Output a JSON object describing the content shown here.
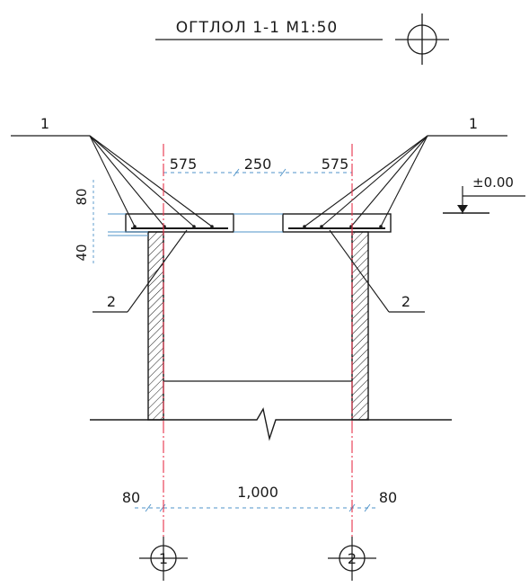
{
  "title": {
    "text": "ОГТЛОЛ 1-1 М1:50"
  },
  "level": {
    "text": "±0.00"
  },
  "callouts": {
    "left_top": "1",
    "right_top": "1",
    "left_bottom": "2",
    "right_bottom": "2"
  },
  "dimensions": {
    "top_left": "575",
    "top_mid": "250",
    "top_right": "575",
    "vert_upper": "80",
    "vert_lower": "40",
    "bottom_left": "80",
    "bottom_mid": "1,000",
    "bottom_right": "80"
  },
  "axes": {
    "axis_1": "1",
    "axis_2": "2"
  },
  "colors": {
    "line": "#1a1a1a",
    "dimension": "#4f93c8",
    "axis": "#e8324a"
  }
}
